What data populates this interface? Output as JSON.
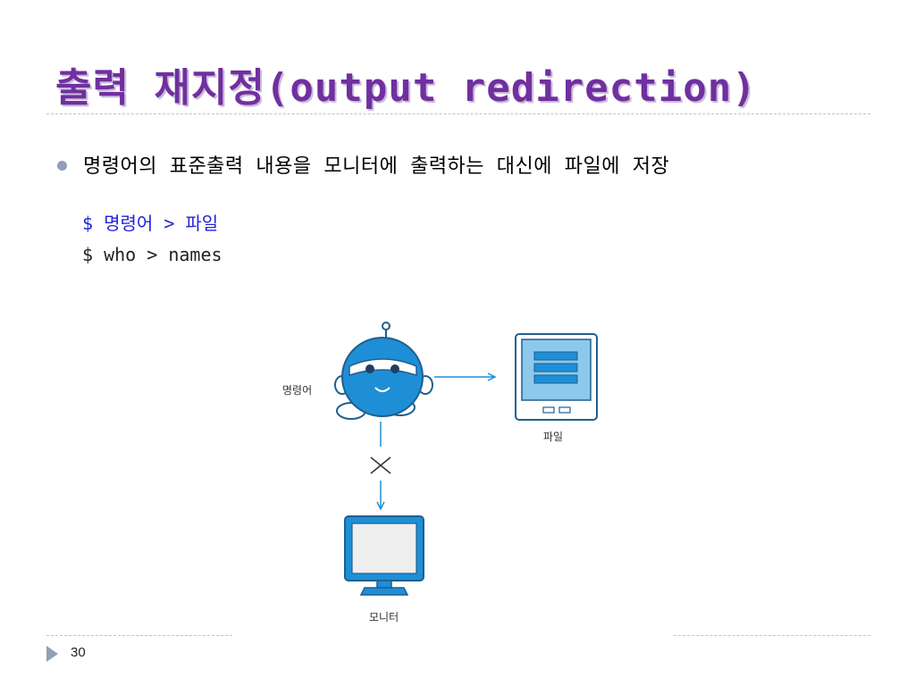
{
  "slide": {
    "title": "출력 재지정(output redirection)",
    "bullet": "명령어의 표준출력 내용을 모니터에 출력하는 대신에 파일에 저장",
    "syntax_line": "$ 명령어 > 파일",
    "example_line": "$ who > names",
    "page_number": "30"
  },
  "diagram": {
    "command_label": "명령어",
    "file_label": "파일",
    "monitor_label": "모니터",
    "icons": [
      "robot-character-icon",
      "file-tablet-icon",
      "monitor-icon",
      "cross-icon"
    ]
  },
  "colors": {
    "title": "#7030a0",
    "syntax": "#2323d6",
    "accent": "#8fa0b7",
    "diagram_blue": "#1e8fd6"
  }
}
